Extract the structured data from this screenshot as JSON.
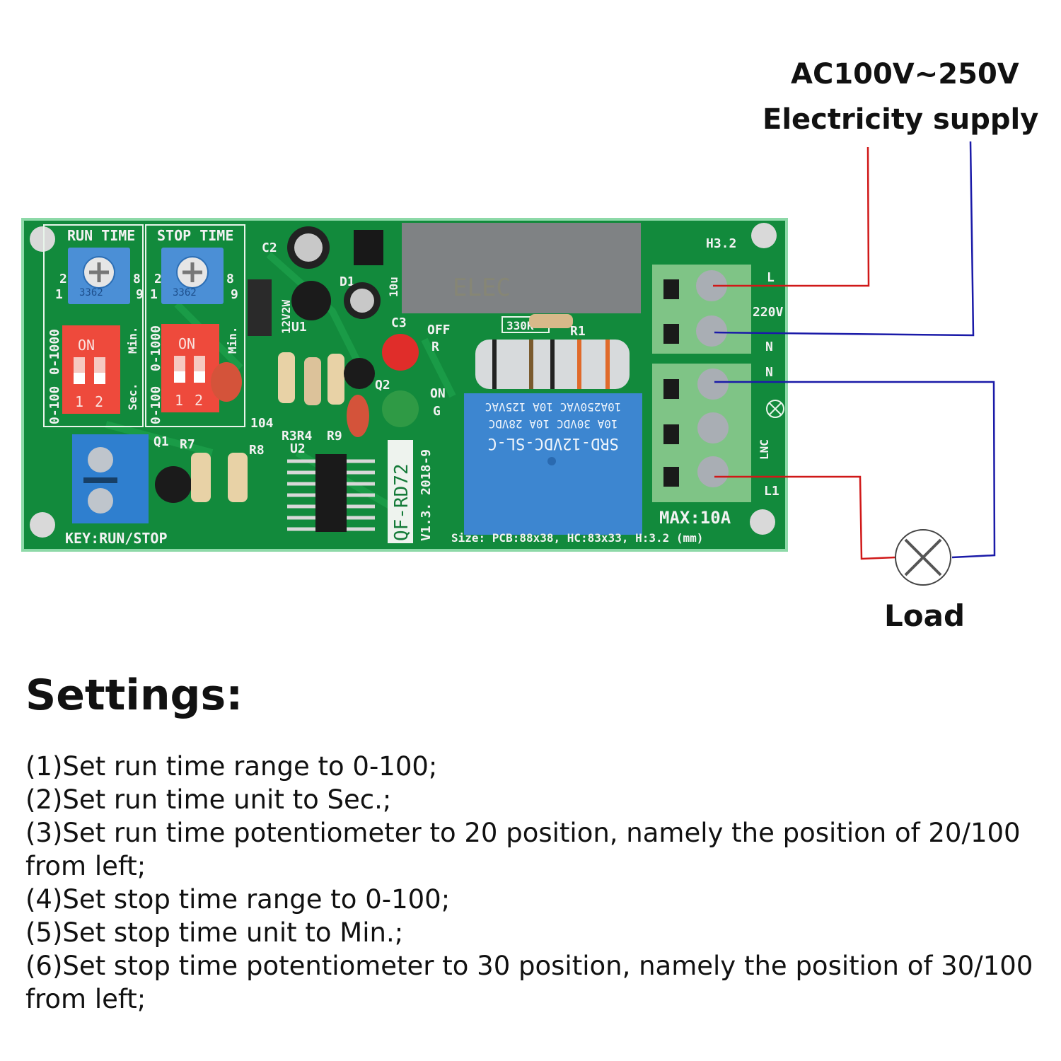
{
  "header": {
    "supply_voltage": "AC100V~250V",
    "supply_label": "Electricity supply"
  },
  "load": {
    "label": "Load"
  },
  "wire_colors": {
    "live": "#d01818",
    "neutral": "#1a1aa8"
  },
  "board": {
    "model": "QF-RD72",
    "version": "V1.3. 2018-9",
    "size_text": "Size: PCB:88x38, HC:83x33, H:3.2 (mm)",
    "max_current": "MAX:10A",
    "hole_label": "H3.2",
    "key_label": "KEY:RUN/STOP",
    "run_time": {
      "title": "RUN TIME",
      "pot_code": "3362",
      "range_high": "0-1000",
      "range_low": "0-100",
      "unit_high": "Min.",
      "unit_low": "Sec.",
      "switch_on": "ON",
      "switch_nums": [
        "1",
        "2"
      ],
      "pot_marks": [
        "2",
        "1",
        "8",
        "9"
      ]
    },
    "stop_time": {
      "title": "STOP TIME",
      "pot_code": "3362",
      "range_high": "0-1000",
      "range_low": "0-100",
      "unit_high": "Min.",
      "switch_on": "ON",
      "switch_nums": [
        "1",
        "2"
      ],
      "pot_marks": [
        "2",
        "1",
        "8",
        "9"
      ]
    },
    "leds": {
      "off_label": "OFF",
      "off_color": "R",
      "on_label": "ON",
      "on_color": "G"
    },
    "relay": {
      "line1": "SRD-12VDC-SL-C",
      "line2": "10A 30VDC 10A 28VDC",
      "line3": "10A250VAC 10A 125VAC"
    },
    "terminals": {
      "l": "L",
      "voltage": "220V",
      "n_in": "N",
      "n_out": "N",
      "lnc": "LNC",
      "l1": "L1"
    },
    "component_labels": {
      "c2": "C2",
      "c3": "C3",
      "d1": "D1",
      "u1": "U1",
      "u2": "U2",
      "q1": "Q1",
      "q2": "Q2",
      "r1": "R1",
      "r3r4": "R3R4",
      "r7": "R7",
      "r8": "R8",
      "r9": "R9",
      "zener": "12V2W",
      "cap_104": "104",
      "res_330k": "330K",
      "cap_10u": "10u",
      "elec": "ELEC"
    }
  },
  "settings": {
    "title": "Settings:",
    "steps": [
      "(1)Set run time range to 0-100;",
      "(2)Set run time unit to Sec.;",
      "(3)Set run time potentiometer to 20 position, namely the position of 20/100 from left;",
      "(4)Set stop time range to 0-100;",
      "(5)Set stop time unit to Min.;",
      "(6)Set stop time potentiometer to 30 position, namely the position of 30/100 from left;"
    ]
  }
}
